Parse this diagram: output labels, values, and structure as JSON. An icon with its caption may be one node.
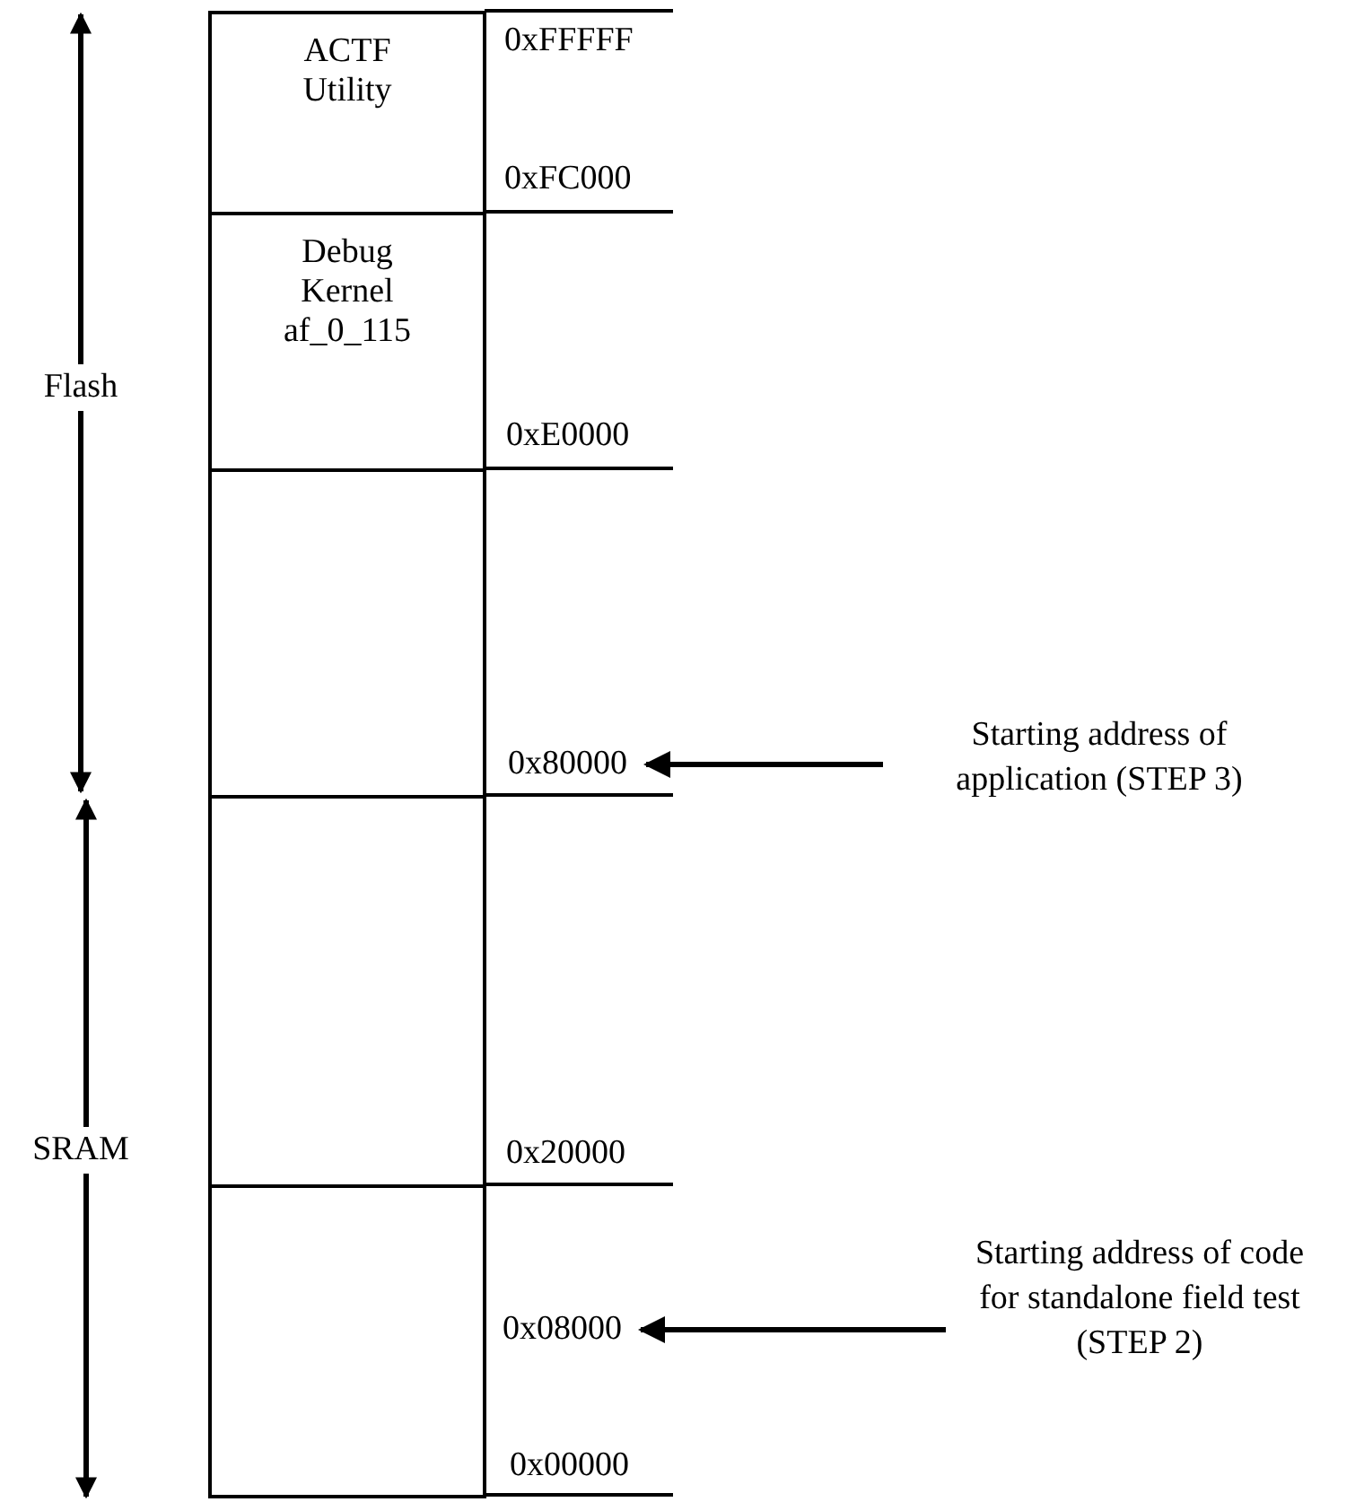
{
  "diagram": {
    "nodes": [
      {
        "text": [
          "ACTF Utility"
        ]
      },
      {
        "text": [
          "Debug Kernel af_0_115"
        ]
      },
      {
        "text": [],
        "shape": "box"
      },
      {
        "text": [],
        "shape": "box"
      },
      {
        "text": [],
        "shape": "box"
      },
      {
        "text": [
          "0x80000"
        ]
      },
      {
        "text": [
          "Starting address of application (STEP 3)"
        ]
      },
      {
        "text": [
          "0x08000"
        ]
      },
      {
        "text": [
          "Starting address of code for standalone field test (STEP 2)"
        ]
      }
    ],
    "edges": [
      {
        "from": 6,
        "to": 5,
        "arrow": "to"
      },
      {
        "from": 8,
        "to": 7,
        "arrow": "to"
      }
    ],
    "labels": [
      "Flash",
      "0xFFFFF",
      "0xFC000",
      "0xE0000",
      "SRAM",
      "0x20000",
      "0x00000"
    ]
  }
}
